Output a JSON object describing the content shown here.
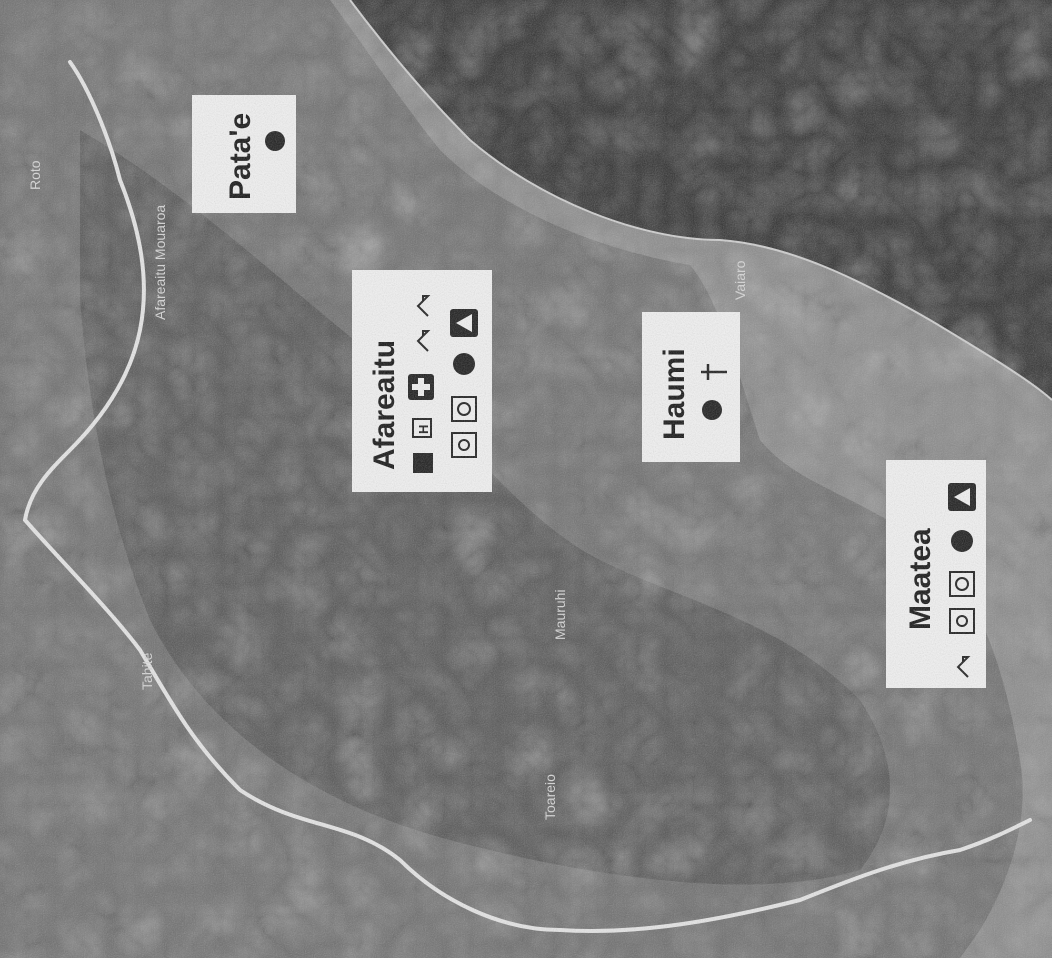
{
  "map": {
    "orientation": "rotated-90",
    "colors": {
      "sea": "#2e2e2e",
      "lagoon": "#8c8c8c",
      "land": "#6f6f6f",
      "mountain": "#555555",
      "boundary": "#e6e6e6",
      "label_bg": "#f2f2f2",
      "label_text": "#111111",
      "icon": "#1a1a1a"
    },
    "places": [
      {
        "id": "patae",
        "name": "Pata'e",
        "icons": [
          "settlement-dot"
        ]
      },
      {
        "id": "afareaitu",
        "name": "Afareaitu",
        "icons": [
          "square-dark",
          "hospital-h",
          "medical-cross",
          "house-outline",
          "house-outline",
          "wheelchair-access",
          "camera",
          "settlement-dot",
          "warning-triangle"
        ]
      },
      {
        "id": "haumi",
        "name": "Haumi",
        "icons": [
          "settlement-dot",
          "church-cross"
        ]
      },
      {
        "id": "maatea",
        "name": "Maatea",
        "icons": [
          "house-outline",
          "wheelchair-access",
          "camera",
          "settlement-dot",
          "warning-triangle"
        ]
      }
    ],
    "small_labels": {
      "road_1": "Roto",
      "road_2": "Afareaitu Mouaroa",
      "road_3": "Mauruhi",
      "peak_1": "Vaiaro",
      "peak_2": "Tahite",
      "road_4": "Toareio"
    }
  }
}
